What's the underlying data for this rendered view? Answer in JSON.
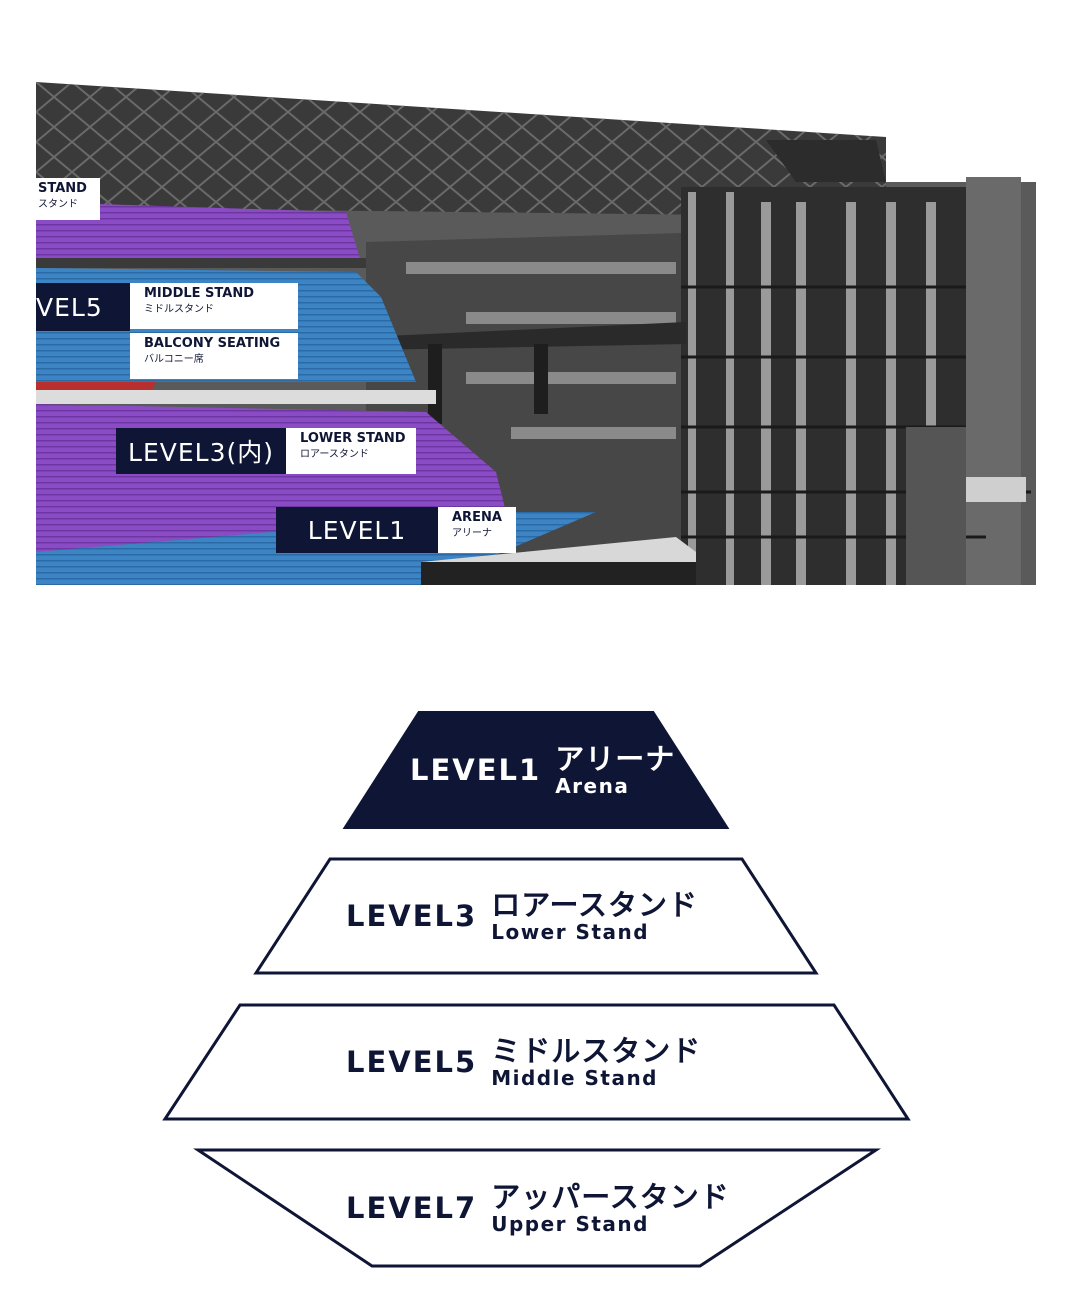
{
  "labels": {
    "upper_stand_en": "STAND",
    "upper_stand_ja": "スタンド",
    "level5": "VEL5",
    "middle_stand_en": "MIDDLE STAND",
    "middle_stand_ja": "ミドルスタンド",
    "balcony_en": "BALCONY SEATING",
    "balcony_ja": "バルコニー席",
    "level3_inner": "LEVEL3(内)",
    "lower_stand_en": "LOWER STAND",
    "lower_stand_ja": "ロアースタンド",
    "level1": "LEVEL1",
    "arena_en": "ARENA",
    "arena_ja": "アリーナ"
  },
  "tiers": [
    {
      "level": "LEVEL1",
      "ja": "アリーナ",
      "en": "Arena",
      "filled": true
    },
    {
      "level": "LEVEL3",
      "ja": "ロアースタンド",
      "en": "Lower Stand",
      "filled": false
    },
    {
      "level": "LEVEL5",
      "ja": "ミドルスタンド",
      "en": "Middle Stand",
      "filled": false
    },
    {
      "level": "LEVEL7",
      "ja": "アッパースタンド",
      "en": "Upper Stand",
      "filled": false
    }
  ],
  "colors": {
    "navy": "#0e1535",
    "purple": "#8a4cc4",
    "blue": "#3c84c4",
    "red": "#b8302e",
    "structure": "#3a3a3a"
  }
}
